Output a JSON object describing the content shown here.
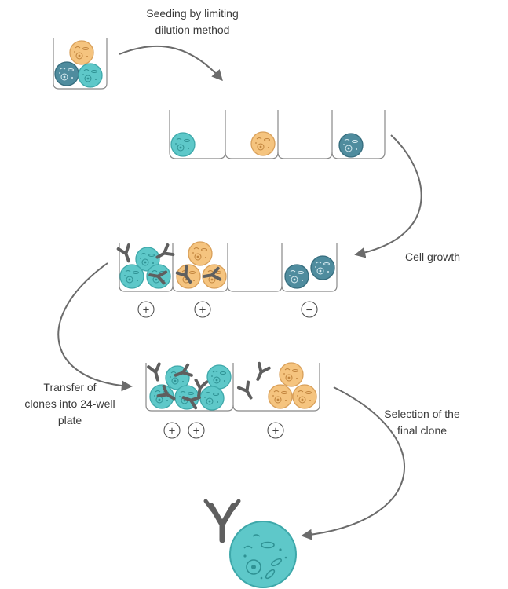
{
  "labels": {
    "seeding": [
      "Seeding by limiting",
      "dilution method"
    ],
    "growth": [
      "Cell growth"
    ],
    "transfer": [
      "Transfer of",
      "clones into 24-well",
      "plate"
    ],
    "selection": [
      "Selection of the",
      "final clone"
    ]
  },
  "symbols": {
    "positive": "+",
    "negative": "−"
  },
  "colors": {
    "teal": "#5ec8c9",
    "teal_dark": "#3ea8aa",
    "orange": "#f5c47f",
    "orange_dark": "#d9a05a",
    "blue": "#4f8c9e",
    "blue_dark": "#366d7e",
    "antibody": "#5f5f5f",
    "outline": "#888888",
    "arrow": "#6b6b6b"
  },
  "icons": [
    "cell-icon",
    "antibody-icon",
    "well-icon",
    "arrow-icon",
    "plus-icon",
    "minus-icon"
  ]
}
